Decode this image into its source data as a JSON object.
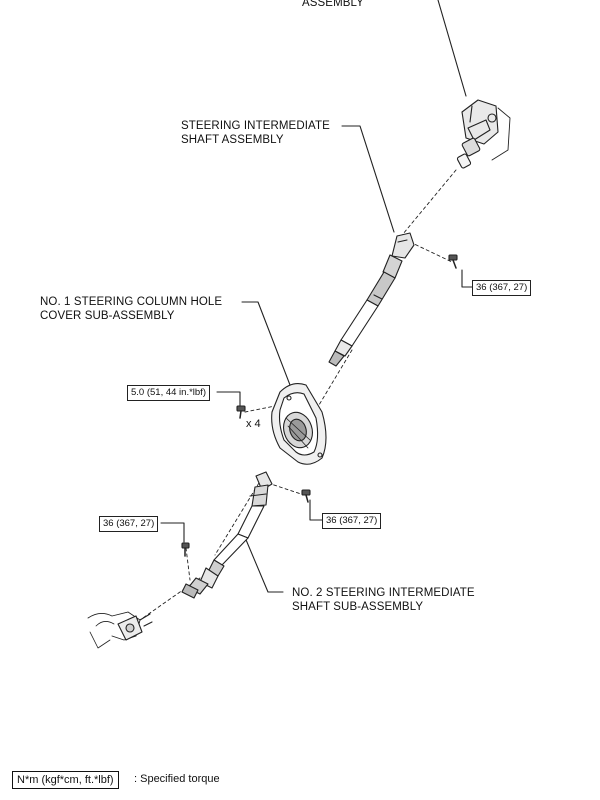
{
  "labels": {
    "top_assembly": "ASSEMBLY",
    "intermediate_shaft_line1": "STEERING INTERMEDIATE",
    "intermediate_shaft_line2": "SHAFT ASSEMBLY",
    "hole_cover_line1": "NO. 1 STEERING COLUMN HOLE",
    "hole_cover_line2": "COVER SUB-ASSEMBLY",
    "no2_shaft_line1": "NO. 2 STEERING INTERMEDIATE",
    "no2_shaft_line2": "SHAFT SUB-ASSEMBLY"
  },
  "torques": {
    "upper_bolt": "36 (367, 27)",
    "cover_bolts": "5.0 (51, 44 in.*lbf)",
    "middle_bolt": "36 (367, 27)",
    "lower_bolt": "36 (367, 27)"
  },
  "quantity": {
    "cover_bolts": "x 4"
  },
  "legend": {
    "box_text": "N*m (kgf*cm, ft.*lbf)",
    "description": ": Specified torque"
  }
}
